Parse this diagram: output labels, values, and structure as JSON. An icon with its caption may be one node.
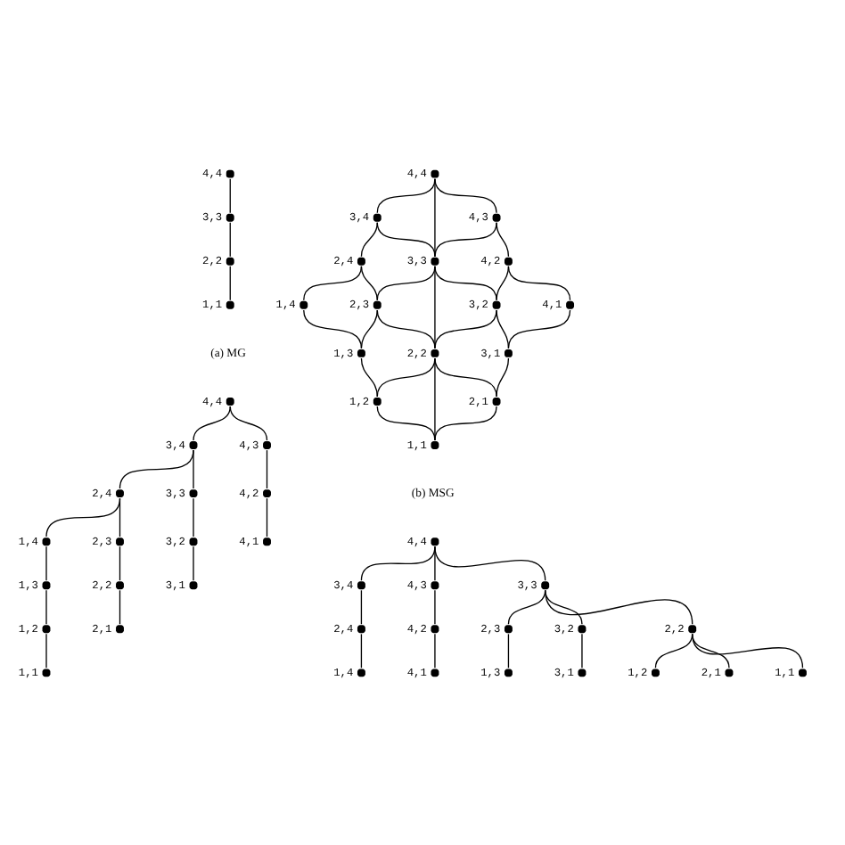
{
  "diagram": {
    "nodes": [
      {
        "text": [],
        "shape": "circle",
        "beside": [
          "4,4"
        ]
      },
      {
        "text": [],
        "shape": "circle",
        "beside": [
          "3,3"
        ]
      },
      {
        "text": [],
        "shape": "circle",
        "beside": [
          "2,2"
        ]
      },
      {
        "text": [],
        "shape": "circle",
        "beside": [
          "1,1"
        ]
      },
      {
        "text": [],
        "shape": "circle",
        "beside": [
          "4,4"
        ]
      },
      {
        "text": [],
        "shape": "circle",
        "beside": [
          "3,4"
        ]
      },
      {
        "text": [],
        "shape": "circle",
        "beside": [
          "4,3"
        ]
      },
      {
        "text": [],
        "shape": "circle",
        "beside": [
          "2,4"
        ]
      },
      {
        "text": [],
        "shape": "circle",
        "beside": [
          "3,3"
        ]
      },
      {
        "text": [],
        "shape": "circle",
        "beside": [
          "4,2"
        ]
      },
      {
        "text": [],
        "shape": "circle",
        "beside": [
          "1,4"
        ]
      },
      {
        "text": [],
        "shape": "circle",
        "beside": [
          "2,3"
        ]
      },
      {
        "text": [],
        "shape": "circle",
        "beside": [
          "3,2"
        ]
      },
      {
        "text": [],
        "shape": "circle",
        "beside": [
          "4,1"
        ]
      },
      {
        "text": [],
        "shape": "circle",
        "beside": [
          "1,3"
        ]
      },
      {
        "text": [],
        "shape": "circle",
        "beside": [
          "2,2"
        ]
      },
      {
        "text": [],
        "shape": "circle",
        "beside": [
          "3,1"
        ]
      },
      {
        "text": [],
        "shape": "circle",
        "beside": [
          "1,2"
        ]
      },
      {
        "text": [],
        "shape": "circle",
        "beside": [
          "2,1"
        ]
      },
      {
        "text": [],
        "shape": "circle",
        "beside": [
          "1,1"
        ]
      },
      {
        "text": [],
        "shape": "circle",
        "beside": [
          "4,4"
        ]
      },
      {
        "text": [],
        "shape": "circle",
        "beside": [
          "3,4"
        ]
      },
      {
        "text": [],
        "shape": "circle",
        "beside": [
          "4,3"
        ]
      },
      {
        "text": [],
        "shape": "circle",
        "beside": [
          "2,4"
        ]
      },
      {
        "text": [],
        "shape": "circle",
        "beside": [
          "3,3"
        ]
      },
      {
        "text": [],
        "shape": "circle",
        "beside": [
          "4,2"
        ]
      },
      {
        "text": [],
        "shape": "circle",
        "beside": [
          "1,4"
        ]
      },
      {
        "text": [],
        "shape": "circle",
        "beside": [
          "2,3"
        ]
      },
      {
        "text": [],
        "shape": "circle",
        "beside": [
          "3,2"
        ]
      },
      {
        "text": [],
        "shape": "circle",
        "beside": [
          "4,1"
        ]
      },
      {
        "text": [],
        "shape": "circle",
        "beside": [
          "1,3"
        ]
      },
      {
        "text": [],
        "shape": "circle",
        "beside": [
          "2,2"
        ]
      },
      {
        "text": [],
        "shape": "circle",
        "beside": [
          "3,1"
        ]
      },
      {
        "text": [],
        "shape": "circle",
        "beside": [
          "1,2"
        ]
      },
      {
        "text": [],
        "shape": "circle",
        "beside": [
          "2,1"
        ]
      },
      {
        "text": [],
        "shape": "circle",
        "beside": [
          "1,1"
        ]
      },
      {
        "text": [],
        "shape": "circle",
        "beside": [
          "4,4"
        ]
      },
      {
        "text": [],
        "shape": "circle",
        "beside": [
          "3,4"
        ]
      },
      {
        "text": [],
        "shape": "circle",
        "beside": [
          "4,3"
        ]
      },
      {
        "text": [],
        "shape": "circle",
        "beside": [
          "2,4"
        ]
      },
      {
        "text": [],
        "shape": "circle",
        "beside": [
          "3,3"
        ]
      },
      {
        "text": [],
        "shape": "circle",
        "beside": [
          "4,2"
        ]
      },
      {
        "text": [],
        "shape": "circle",
        "beside": [
          "1,4"
        ]
      },
      {
        "text": [],
        "shape": "circle",
        "beside": [
          "2,3"
        ]
      },
      {
        "text": [],
        "shape": "circle",
        "beside": [
          "3,2"
        ]
      },
      {
        "text": [],
        "shape": "circle",
        "beside": [
          "4,1"
        ]
      },
      {
        "text": [],
        "shape": "circle",
        "beside": [
          "1,3"
        ]
      },
      {
        "text": [],
        "shape": "circle",
        "beside": [
          "2,2"
        ]
      },
      {
        "text": [],
        "shape": "circle",
        "beside": [
          "3,1"
        ]
      },
      {
        "text": [],
        "shape": "circle",
        "beside": [
          "1,2"
        ]
      },
      {
        "text": [],
        "shape": "circle",
        "beside": [
          "2,1"
        ]
      },
      {
        "text": [],
        "shape": "circle",
        "beside": [
          "1,1"
        ]
      }
    ],
    "edges": [
      {
        "from": 0,
        "to": 1,
        "arrow": "none"
      },
      {
        "from": 1,
        "to": 2,
        "arrow": "none"
      },
      {
        "from": 2,
        "to": 3,
        "arrow": "none"
      },
      {
        "from": 4,
        "to": 5,
        "arrow": "none"
      },
      {
        "from": 4,
        "to": 6,
        "arrow": "none"
      },
      {
        "from": 5,
        "to": 7,
        "arrow": "none"
      },
      {
        "from": 5,
        "to": 8,
        "arrow": "none"
      },
      {
        "from": 6,
        "to": 8,
        "arrow": "none"
      },
      {
        "from": 6,
        "to": 9,
        "arrow": "none"
      },
      {
        "from": 7,
        "to": 10,
        "arrow": "none"
      },
      {
        "from": 7,
        "to": 11,
        "arrow": "none"
      },
      {
        "from": 8,
        "to": 11,
        "arrow": "none"
      },
      {
        "from": 8,
        "to": 12,
        "arrow": "none"
      },
      {
        "from": 9,
        "to": 12,
        "arrow": "none"
      },
      {
        "from": 9,
        "to": 13,
        "arrow": "none"
      },
      {
        "from": 10,
        "to": 14,
        "arrow": "none"
      },
      {
        "from": 11,
        "to": 14,
        "arrow": "none"
      },
      {
        "from": 11,
        "to": 15,
        "arrow": "none"
      },
      {
        "from": 12,
        "to": 15,
        "arrow": "none"
      },
      {
        "from": 12,
        "to": 16,
        "arrow": "none"
      },
      {
        "from": 13,
        "to": 16,
        "arrow": "none"
      },
      {
        "from": 14,
        "to": 17,
        "arrow": "none"
      },
      {
        "from": 15,
        "to": 17,
        "arrow": "none"
      },
      {
        "from": 15,
        "to": 18,
        "arrow": "none"
      },
      {
        "from": 16,
        "to": 18,
        "arrow": "none"
      },
      {
        "from": 17,
        "to": 19,
        "arrow": "none"
      },
      {
        "from": 18,
        "to": 19,
        "arrow": "none"
      },
      {
        "from": 4,
        "to": 8,
        "arrow": "none"
      },
      {
        "from": 8,
        "to": 15,
        "arrow": "none"
      },
      {
        "from": 15,
        "to": 19,
        "arrow": "none"
      },
      {
        "from": 20,
        "to": 21,
        "arrow": "none"
      },
      {
        "from": 21,
        "to": 23,
        "arrow": "none"
      },
      {
        "from": 23,
        "to": 26,
        "arrow": "none"
      },
      {
        "from": 20,
        "to": 22,
        "arrow": "none"
      },
      {
        "from": 22,
        "to": 25,
        "arrow": "none"
      },
      {
        "from": 25,
        "to": 29,
        "arrow": "none"
      },
      {
        "from": 21,
        "to": 24,
        "arrow": "none"
      },
      {
        "from": 24,
        "to": 28,
        "arrow": "none"
      },
      {
        "from": 28,
        "to": 32,
        "arrow": "none"
      },
      {
        "from": 23,
        "to": 27,
        "arrow": "none"
      },
      {
        "from": 27,
        "to": 31,
        "arrow": "none"
      },
      {
        "from": 31,
        "to": 34,
        "arrow": "none"
      },
      {
        "from": 26,
        "to": 30,
        "arrow": "none"
      },
      {
        "from": 30,
        "to": 33,
        "arrow": "none"
      },
      {
        "from": 33,
        "to": 35,
        "arrow": "none"
      },
      {
        "from": 36,
        "to": 40,
        "arrow": "none"
      },
      {
        "from": 40,
        "to": 47,
        "arrow": "none"
      },
      {
        "from": 47,
        "to": 51,
        "arrow": "none"
      },
      {
        "from": 36,
        "to": 37,
        "arrow": "none"
      },
      {
        "from": 37,
        "to": 39,
        "arrow": "none"
      },
      {
        "from": 39,
        "to": 42,
        "arrow": "none"
      },
      {
        "from": 36,
        "to": 38,
        "arrow": "none"
      },
      {
        "from": 38,
        "to": 41,
        "arrow": "none"
      },
      {
        "from": 41,
        "to": 45,
        "arrow": "none"
      },
      {
        "from": 40,
        "to": 43,
        "arrow": "none"
      },
      {
        "from": 43,
        "to": 46,
        "arrow": "none"
      },
      {
        "from": 40,
        "to": 44,
        "arrow": "none"
      },
      {
        "from": 44,
        "to": 48,
        "arrow": "none"
      },
      {
        "from": 47,
        "to": 49,
        "arrow": "none"
      },
      {
        "from": 47,
        "to": 50,
        "arrow": "none"
      }
    ],
    "labels": [
      "(a) MG",
      "(b) MSG"
    ]
  }
}
